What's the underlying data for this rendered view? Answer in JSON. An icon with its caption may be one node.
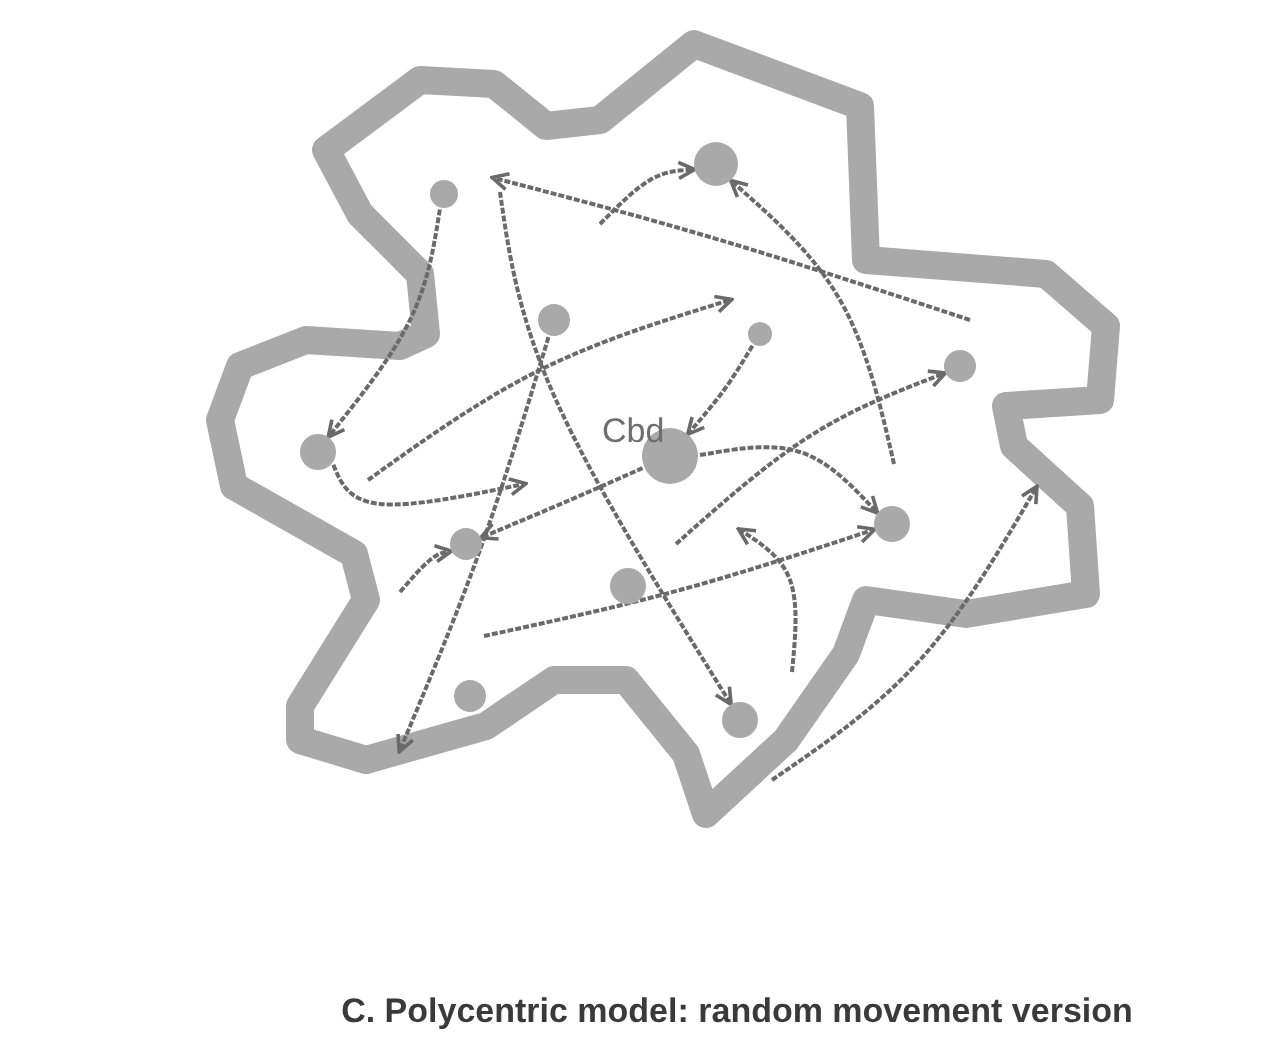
{
  "diagram": {
    "caption": "C. Polycentric model: random movement version",
    "nodes": [
      {
        "text": [],
        "shape": "circle"
      },
      {
        "text": [],
        "shape": "circle"
      },
      {
        "text": [],
        "shape": "circle"
      },
      {
        "text": [],
        "shape": "circle"
      },
      {
        "text": [],
        "shape": "circle"
      },
      {
        "text": [
          "Cbd"
        ]
      },
      {
        "text": [],
        "shape": "circle"
      },
      {
        "text": [],
        "shape": "circle"
      },
      {
        "text": [],
        "shape": "circle"
      },
      {
        "text": [],
        "shape": "circle"
      },
      {
        "text": [],
        "shape": "circle"
      },
      {
        "text": [],
        "shape": "circle"
      }
    ],
    "edges": [
      {
        "from": 0,
        "to": 6,
        "arrow": "to"
      },
      {
        "from": null,
        "to": 11,
        "arrow": "to"
      },
      {
        "from": 3,
        "to": 5,
        "arrow": "to"
      },
      {
        "from": null,
        "to": 1,
        "arrow": "to"
      },
      {
        "from": null,
        "to": 1,
        "arrow": "to"
      },
      {
        "from": null,
        "to": 7,
        "arrow": "to"
      },
      {
        "from": 5,
        "to": 8,
        "arrow": "to"
      },
      {
        "from": 5,
        "to": 7,
        "arrow": "to"
      },
      {
        "from": null,
        "to": 8,
        "arrow": "to"
      },
      {
        "from": null,
        "to": 4,
        "arrow": "to"
      },
      {
        "from": 2,
        "to": null,
        "arrow": "to"
      },
      {
        "from": 6,
        "to": null,
        "arrow": "to"
      }
    ]
  }
}
